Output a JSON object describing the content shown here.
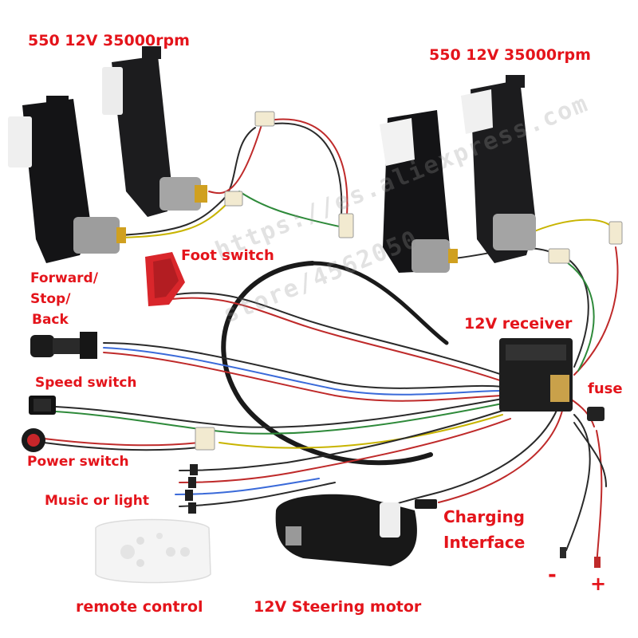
{
  "labels": {
    "motor_left": "550 12V 35000rpm",
    "motor_right": "550 12V 35000rpm",
    "foot_switch": "Foot switch",
    "forward_stop_back_1": "Forward/",
    "forward_stop_back_2": "Stop/",
    "forward_stop_back_3": "Back",
    "receiver": "12V receiver",
    "fuse": "fuse",
    "speed_switch": "Speed switch",
    "power_switch": "Power switch",
    "music_or_light": "Music or light",
    "charging_1": "Charging",
    "charging_2": "Interface",
    "minus": "-",
    "plus": "+",
    "remote_control": "remote control",
    "steering_motor": "12V Steering motor"
  },
  "watermark": {
    "line1": "https://es.aliexpress.com",
    "line2": "store/4562050"
  },
  "colors": {
    "label_red": "#e4141b",
    "motor_black": "#1c1c1e",
    "gear_white": "#eeeeee",
    "switch_red": "#d9262b"
  }
}
